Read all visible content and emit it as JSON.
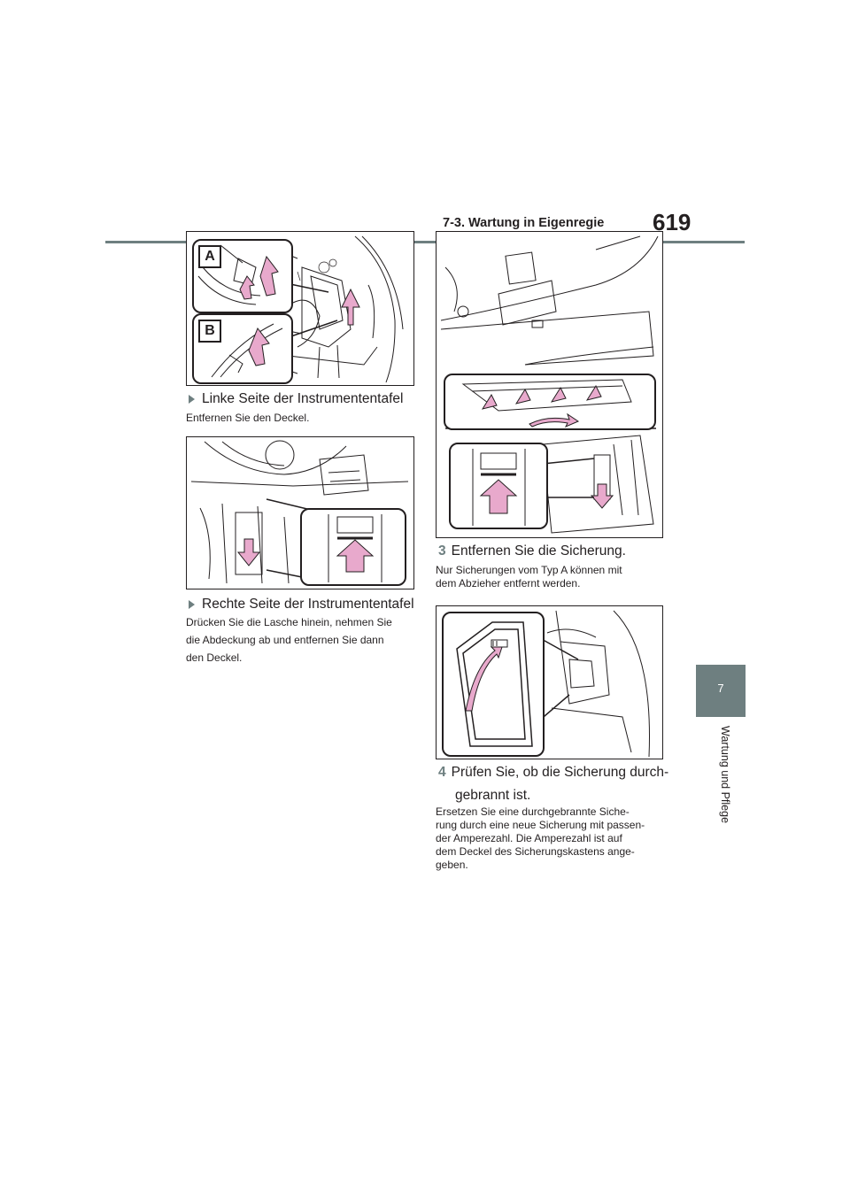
{
  "header": {
    "section": "7-3. Wartung in Eigenregie",
    "page_number": "619"
  },
  "side_tab": {
    "chapter_number": "7",
    "chapter_title": "Wartung und Pflege"
  },
  "left_column": {
    "figure1": {
      "callout_a": "A",
      "callout_b": "B"
    },
    "heading1": "Linke Seite der Instrumententafel",
    "text1": "Entfernen Sie den Deckel.",
    "heading2": "Rechte Seite der Instrumententafel",
    "text2_lines": [
      "Drücken Sie die Lasche hinein, nehmen Sie",
      "die Abdeckung ab und entfernen Sie dann",
      "den Deckel."
    ]
  },
  "right_column": {
    "step3": {
      "number": "3",
      "label": "Entfernen Sie die Sicherung."
    },
    "text3_lines": [
      "Nur Sicherungen vom Typ A können mit",
      "dem Abzieher entfernt werden."
    ],
    "step4": {
      "number": "4",
      "label_lines": [
        "Prüfen Sie, ob die Sicherung durch-",
        "gebrannt ist."
      ]
    },
    "text4_lines": [
      "Ersetzen Sie eine durchgebrannte Siche-",
      "rung durch eine neue Sicherung mit passen-",
      "der Amperezahl. Die Amperezahl ist auf",
      "dem Deckel des Sicherungskastens ange-",
      "geben."
    ]
  },
  "colors": {
    "accent_gray": "#6e7f80",
    "arrow_pink": "#e8a9cc",
    "line_dark": "#231f20"
  }
}
